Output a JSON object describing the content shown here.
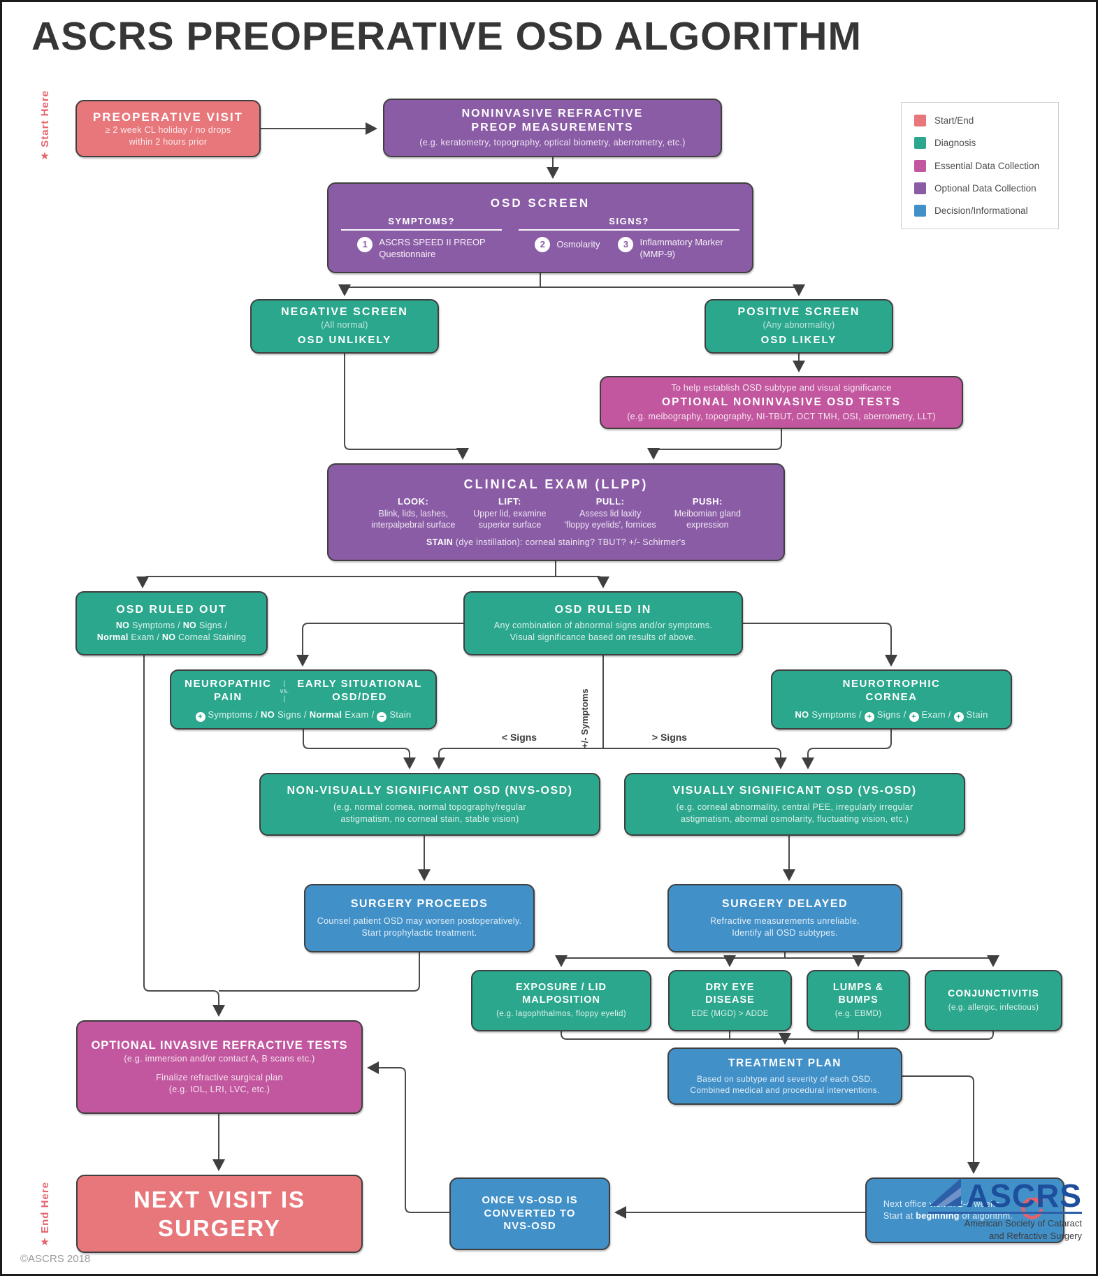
{
  "title": "ASCRS PREOPERATIVE OSD ALGORITHM",
  "markers": {
    "start": "Start Here",
    "end": "End Here",
    "star": "★"
  },
  "icons": {
    "plus": "+",
    "minus": "−"
  },
  "legend": {
    "items": [
      {
        "name": "start-end",
        "label": "Start/End",
        "color": "#e8777c"
      },
      {
        "name": "diagnosis",
        "label": "Diagnosis",
        "color": "#2aa78c"
      },
      {
        "name": "essential-data-collection",
        "label": "Essential Data Collection",
        "color": "#c2579f"
      },
      {
        "name": "optional-data-collection",
        "label": "Optional Data Collection",
        "color": "#8b5ca6"
      },
      {
        "name": "decision-informational",
        "label": "Decision/Informational",
        "color": "#4190c8"
      }
    ]
  },
  "nodes": {
    "preop_visit": {
      "title": "PREOPERATIVE VISIT",
      "sub1": "≥ 2 week CL holiday / no drops",
      "sub2": "within 2 hours prior"
    },
    "noninvasive": {
      "title1": "NONINVASIVE REFRACTIVE",
      "title2": "PREOP MEASUREMENTS",
      "sub": "(e.g. keratometry, topography, optical biometry, aberrometry, etc.)"
    },
    "osd_screen": {
      "title": "OSD SCREEN",
      "symptoms_header": "SYMPTOMS?",
      "signs_header": "SIGNS?",
      "item1_num": "1",
      "item1_line1": "ASCRS SPEED II PREOP",
      "item1_line2": "Questionnaire",
      "item2_num": "2",
      "item2": "Osmolarity",
      "item3_num": "3",
      "item3_line1": "Inflammatory Marker",
      "item3_line2": "(MMP-9)"
    },
    "negative_screen": {
      "title": "NEGATIVE SCREEN",
      "sub": "(All normal)",
      "verdict": "OSD UNLIKELY"
    },
    "positive_screen": {
      "title": "POSITIVE SCREEN",
      "sub": "(Any abnormality)",
      "verdict": "OSD LIKELY"
    },
    "optional_noninvasive": {
      "pre": "To help establish OSD subtype and visual significance",
      "title": "OPTIONAL NONINVASIVE OSD TESTS",
      "sub": "(e.g. meibography, topography, NI-TBUT, OCT TMH, OSI, aberrometry, LLT)"
    },
    "clinical_exam": {
      "title": "CLINICAL EXAM (LLPP)",
      "cols": [
        {
          "head": "LOOK:",
          "line1": "Blink, lids, lashes,",
          "line2": "interpalpebral surface"
        },
        {
          "head": "LIFT:",
          "line1": "Upper lid, examine",
          "line2": "superior surface"
        },
        {
          "head": "PULL:",
          "line1": "Assess lid laxity",
          "line2": "'floppy eyelids', fornices"
        },
        {
          "head": "PUSH:",
          "line1": "Meibomian gland",
          "line2": "expression"
        }
      ],
      "stain_bold": "STAIN",
      "stain_rest": " (dye instillation): corneal staining? TBUT? +/- Schirmer's"
    },
    "osd_ruled_out": {
      "title": "OSD RULED OUT",
      "b1": "NO",
      "t1": " Symptoms / ",
      "b2": "NO",
      "t2": " Signs /",
      "b3": "Normal",
      "t3": " Exam / ",
      "b4": "NO",
      "t4": " Corneal Staining"
    },
    "osd_ruled_in": {
      "title": "OSD RULED IN",
      "sub1": "Any combination of abnormal signs and/or symptoms.",
      "sub2": "Visual significance based on results of above."
    },
    "neuropathic": {
      "title_left1": "NEUROPATHIC",
      "title_left2": "PAIN",
      "vs_top": "|",
      "vs": "vs.",
      "vs_bottom": "|",
      "title_right1": "EARLY SITUATIONAL",
      "title_right2": "OSD/DED",
      "t1": " Symptoms / ",
      "b1": "NO",
      "t2": " Signs / ",
      "b2": "Normal",
      "t3": " Exam / ",
      "t4": " Stain"
    },
    "neurotrophic": {
      "title1": "NEUROTROPHIC",
      "title2": "CORNEA",
      "b1": "NO",
      "t1": " Symptoms / ",
      "t2": " Signs / ",
      "t3": " Exam / ",
      "t4": " Stain"
    },
    "nvs_osd": {
      "title": "NON-VISUALLY SIGNIFICANT OSD (NVS-OSD)",
      "sub1": "(e.g. normal cornea, normal topography/regular",
      "sub2": "astigmatism, no corneal stain, stable vision)"
    },
    "vs_osd": {
      "title": "VISUALLY SIGNIFICANT OSD (VS-OSD)",
      "sub1": "(e.g. corneal abnormality, central PEE, irregularly irregular",
      "sub2": "astigmatism, abormal osmolarity, fluctuating vision, etc.)"
    },
    "surgery_proceeds": {
      "title": "SURGERY PROCEEDS",
      "sub1": "Counsel patient OSD may worsen postoperatively.",
      "sub2": "Start prophylactic treatment."
    },
    "surgery_delayed": {
      "title": "SURGERY DELAYED",
      "sub1": "Refractive measurements unreliable.",
      "sub2": "Identify all OSD subtypes."
    },
    "exposure": {
      "title1": "EXPOSURE / LID",
      "title2": "MALPOSITION",
      "sub": "(e.g. lagophthalmos, floppy eyelid)"
    },
    "dry_eye": {
      "title1": "DRY EYE",
      "title2": "DISEASE",
      "sub": "EDE (MGD) > ADDE"
    },
    "lumps": {
      "title1": "LUMPS &",
      "title2": "BUMPS",
      "sub": "(e.g. EBMD)"
    },
    "conjunctivitis": {
      "title": "CONJUNCTIVITIS",
      "sub": "(e.g. allergic, infectious)"
    },
    "treatment_plan": {
      "title": "TREATMENT PLAN",
      "sub1": "Based on subtype and severity of each OSD.",
      "sub2": "Combined medical and procedural interventions."
    },
    "optional_invasive": {
      "title": "OPTIONAL INVASIVE REFRACTIVE TESTS",
      "sub1": "(e.g. immersion and/or contact A, B scans etc.)",
      "sub2": "Finalize refractive surgical plan",
      "sub3": "(e.g. IOL, LRI, LVC, etc.)"
    },
    "next_visit_surgery": {
      "title": "NEXT VISIT IS SURGERY"
    },
    "once_converted": {
      "line1": "ONCE VS-OSD IS",
      "line2": "CONVERTED TO",
      "line3": "NVS-OSD"
    },
    "next_office": {
      "line1": "Next office visit in 2-4 weeks.",
      "pre2": "Start at ",
      "b2": "beginning",
      "post2": " of algorithm."
    }
  },
  "edge_labels": {
    "pm_symptoms": "+/- Symptoms",
    "less_signs": "< Signs",
    "more_signs": "> Signs"
  },
  "footer": {
    "copyright": "©ASCRS 2018",
    "logo_text": "ASCRS",
    "org_line1": "American Society of Cataract",
    "org_line2": "and Refractive Surgery"
  }
}
